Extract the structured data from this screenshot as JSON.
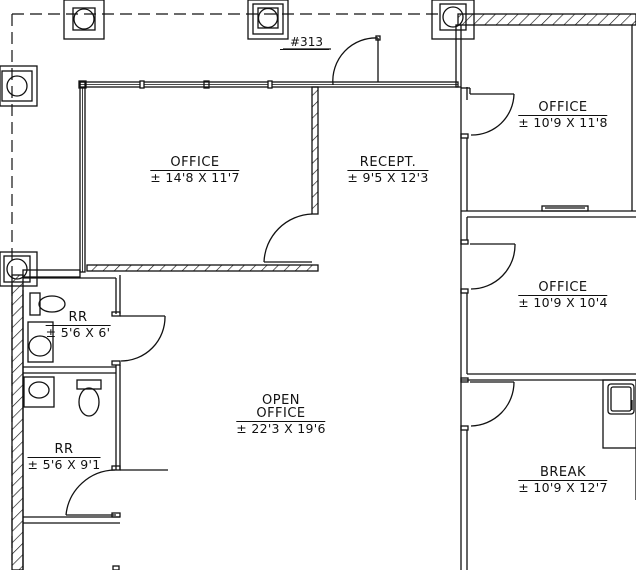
{
  "plan": {
    "unit_number": "#313",
    "rooms": [
      {
        "id": "office-1",
        "name": "OFFICE",
        "dims": "± 14'8 X 11'7"
      },
      {
        "id": "reception",
        "name": "RECEPT.",
        "dims": "± 9'5 X 12'3"
      },
      {
        "id": "office-2",
        "name": "OFFICE",
        "dims": "± 10'9 X 11'8"
      },
      {
        "id": "office-3",
        "name": "OFFICE",
        "dims": "± 10'9 X 10'4"
      },
      {
        "id": "restroom-1",
        "name": "RR",
        "dims": "± 5'6 X 6'"
      },
      {
        "id": "restroom-2",
        "name": "RR",
        "dims": "± 5'6 X 9'1"
      },
      {
        "id": "open-office",
        "name_line1": "OPEN",
        "name_line2": "OFFICE",
        "dims": "± 22'3 X 19'6"
      },
      {
        "id": "break-room",
        "name": "BREAK",
        "dims": "± 10'9 X 12'7"
      }
    ],
    "colors": {
      "line": "#111111",
      "background": "#ffffff"
    }
  }
}
